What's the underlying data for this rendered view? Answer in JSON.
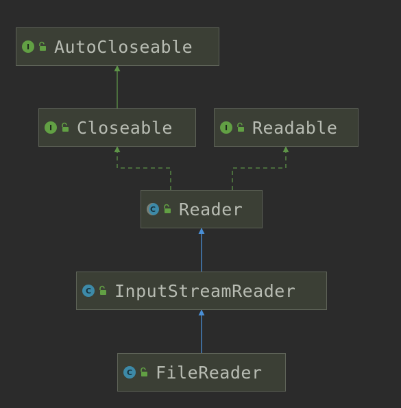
{
  "diagram": {
    "nodes": [
      {
        "id": "autocloseable",
        "label": "AutoCloseable",
        "kind": "interface",
        "badge": "I"
      },
      {
        "id": "closeable",
        "label": "Closeable",
        "kind": "interface",
        "badge": "I"
      },
      {
        "id": "readable",
        "label": "Readable",
        "kind": "interface",
        "badge": "I"
      },
      {
        "id": "reader",
        "label": "Reader",
        "kind": "abstract-class",
        "badge": "C"
      },
      {
        "id": "inputstreamreader",
        "label": "InputStreamReader",
        "kind": "class",
        "badge": "C"
      },
      {
        "id": "filereader",
        "label": "FileReader",
        "kind": "class",
        "badge": "C"
      }
    ],
    "edges": [
      {
        "from": "closeable",
        "to": "autocloseable",
        "type": "extends",
        "style": "solid",
        "color": "#5e9448"
      },
      {
        "from": "reader",
        "to": "closeable",
        "type": "implements",
        "style": "dashed",
        "color": "#5e9448"
      },
      {
        "from": "reader",
        "to": "readable",
        "type": "implements",
        "style": "dashed",
        "color": "#5e9448"
      },
      {
        "from": "inputstreamreader",
        "to": "reader",
        "type": "extends",
        "style": "solid",
        "color": "#4a8fd6"
      },
      {
        "from": "filereader",
        "to": "inputstreamreader",
        "type": "extends",
        "style": "solid",
        "color": "#4a8fd6"
      }
    ],
    "colors": {
      "background": "#2b2b2b",
      "node_fill": "#3b3f35",
      "node_border": "#5e6358",
      "text": "#b8bcb3",
      "interface_badge": "#62a044",
      "class_badge": "#3d8aa8",
      "lock_icon": "#62a044"
    },
    "icons": {
      "interface": "interface-icon",
      "class": "class-icon",
      "abstract-class": "abstract-class-icon",
      "visibility": "unlock-icon"
    }
  }
}
